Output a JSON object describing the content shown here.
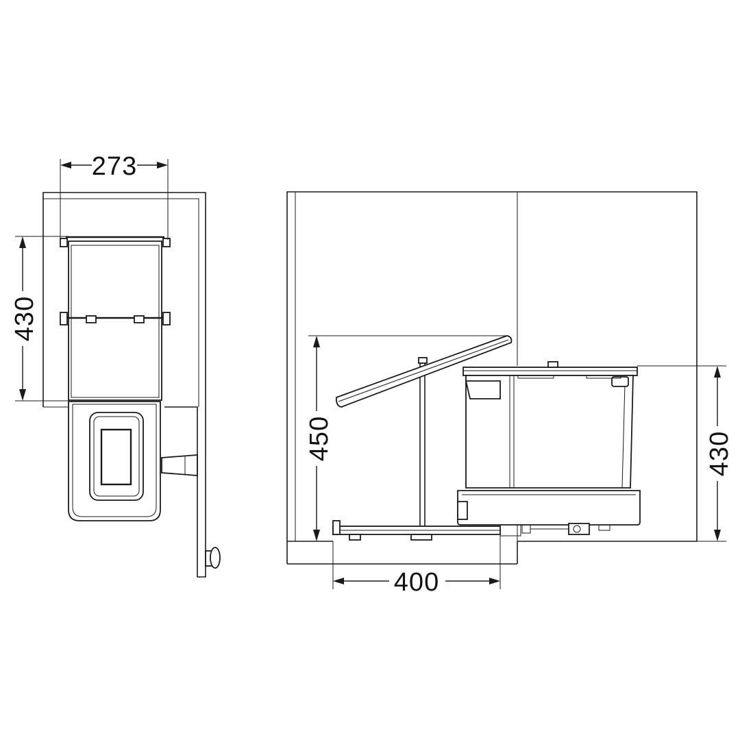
{
  "dimensions": {
    "top_view_width": "273",
    "top_view_depth": "430",
    "side_view_height_open": "450",
    "side_view_height": "430",
    "side_view_depth": "400"
  }
}
